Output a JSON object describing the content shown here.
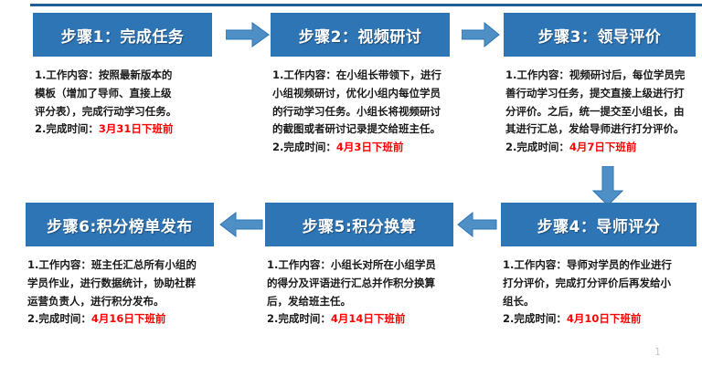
{
  "slide": {
    "page_number": "1",
    "colors": {
      "header_blue": "#2E75B6",
      "arrow_blue": "#4E8FC6",
      "arrow_outline": "#2E75B6",
      "rule_navy": "#1F5C99",
      "due_date_red": "#FF0000",
      "background": "#FFFFFF"
    }
  },
  "steps": [
    {
      "id": "step1",
      "title": "步骤1：完成任务",
      "body_lines": [
        "1.工作内容：按照最新版本的",
        "模板（增加了导师、直接上级",
        "评分表），完成行动学习任务。"
      ],
      "due_label": "2.完成时间：",
      "due_date": "3月31日下班前"
    },
    {
      "id": "step2",
      "title": "步骤2：视频研讨",
      "body_lines": [
        "1.工作内容：在小组长带领下，进行",
        "小组视频研讨，优化小组内每位学员",
        "的行动学习任务。小组长将视频研讨",
        "的截图或者研讨记录提交给班主任。"
      ],
      "due_label": "2.完成时间：",
      "due_date": "4月3日下班前"
    },
    {
      "id": "step3",
      "title": "步骤3：领导评价",
      "body_lines": [
        "1.工作内容：视频研讨后，每位学员完",
        "善行动学习任务，提交直接上级进行打",
        "分评价。之后，统一提交至小组长，由",
        "其进行汇总，发给导师进行打分评价。"
      ],
      "due_label": "2.完成时间：",
      "due_date": "4月7日下班前"
    },
    {
      "id": "step4",
      "title": "步骤4：导师评分",
      "body_lines": [
        "1.工作内容：导师对学员的作业进行",
        "打分评价，完成打分评价后再发给小",
        "组长。"
      ],
      "due_label": "2.完成时间：",
      "due_date": "4月10日下班前"
    },
    {
      "id": "step5",
      "title": "步骤5:积分换算",
      "body_lines": [
        "1.工作内容：小组长对所在小组学员",
        "的得分及评语进行汇总并作积分换算",
        "后，发给班主任。"
      ],
      "due_label": "2.完成时间：",
      "due_date": "4月14日下班前"
    },
    {
      "id": "step6",
      "title": "步骤6:积分榜单发布",
      "body_lines": [
        "1.工作内容：班主任汇总所有小组的",
        "学员作业，进行数据统计，协助社群",
        "运营负责人，进行积分发布。"
      ],
      "due_label": "2.完成时间：",
      "due_date": "4月16日下班前"
    }
  ],
  "arrows": [
    {
      "id": "arrow-1-2",
      "direction": "right",
      "from": "步骤1：完成任务",
      "to": "步骤2：视频研讨"
    },
    {
      "id": "arrow-2-3",
      "direction": "right",
      "from": "步骤2：视频研讨",
      "to": "步骤3：领导评价"
    },
    {
      "id": "arrow-3-4",
      "direction": "down",
      "from": "步骤3：领导评价",
      "to": "步骤4：导师评分"
    },
    {
      "id": "arrow-4-5",
      "direction": "left",
      "from": "步骤4：导师评分",
      "to": "步骤5:积分换算"
    },
    {
      "id": "arrow-5-6",
      "direction": "left",
      "from": "步骤5:积分换算",
      "to": "步骤6:积分榜单发布"
    }
  ]
}
